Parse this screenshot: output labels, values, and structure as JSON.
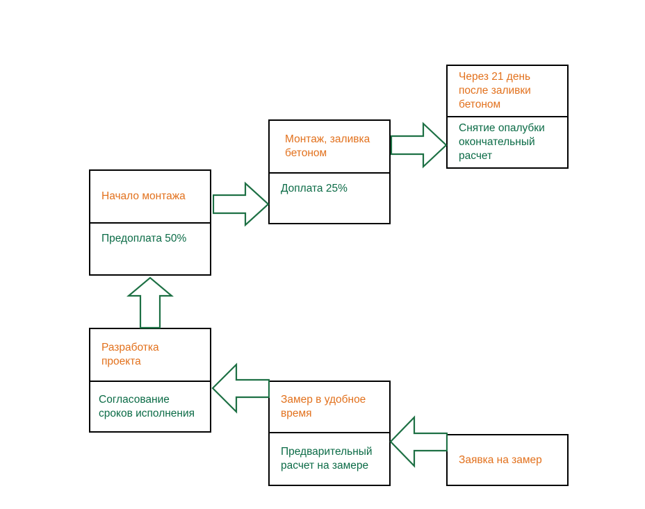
{
  "diagram": {
    "type": "process-flowchart",
    "background_color": "#ffffff",
    "box_border_color": "#000000",
    "title_color": "#E2711D",
    "body_color": "#0B6B46",
    "arrow_color": "#1D7044",
    "nodes": [
      {
        "id": "nachalo-montazha",
        "title": "Начало монтажа",
        "body": "Предоплата 50%"
      },
      {
        "id": "montazh-zalivka",
        "title": "Монтаж, заливка бетоном",
        "body": "Доплата 25%"
      },
      {
        "id": "snyatie-opalubki",
        "title": "Через 21 день после заливки бетоном",
        "body": "Снятие опалубки окончательный расчет"
      },
      {
        "id": "razrabotka-proekta",
        "title": "Разработка проекта",
        "body": "Согласование сроков исполнения"
      },
      {
        "id": "zamer",
        "title": "Замер в удобное время",
        "body": "Предварительный расчет на замере"
      },
      {
        "id": "zayavka",
        "title": "Заявка на замер",
        "body": ""
      }
    ],
    "arrows": [
      {
        "id": "arrow-zayavka-to-zamer",
        "direction": "left"
      },
      {
        "id": "arrow-zamer-to-razrabotka",
        "direction": "left"
      },
      {
        "id": "arrow-razrabotka-to-nachalo",
        "direction": "up"
      },
      {
        "id": "arrow-nachalo-to-montazh",
        "direction": "right"
      },
      {
        "id": "arrow-montazh-to-snyatie",
        "direction": "right"
      }
    ]
  }
}
